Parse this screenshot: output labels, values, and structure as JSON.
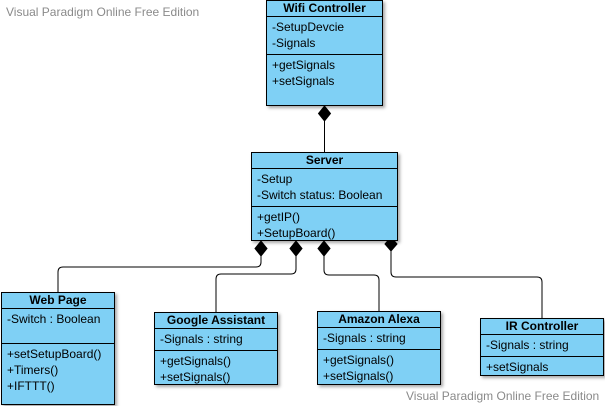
{
  "watermark": {
    "top_left": "Visual Paradigm Online Free Edition",
    "bottom_right": "Visual Paradigm Online Free Edition"
  },
  "classes": {
    "wifi_controller": {
      "name": "Wifi Controller",
      "attributes": [
        "-SetupDevcie",
        "-Signals"
      ],
      "operations": [
        "+getSignals",
        "+setSignals"
      ]
    },
    "server": {
      "name": "Server",
      "attributes": [
        "-Setup",
        "-Switch status: Boolean"
      ],
      "operations": [
        "+getIP()",
        "+SetupBoard()"
      ]
    },
    "web_page": {
      "name": "Web Page",
      "attributes": [
        "-Switch : Boolean"
      ],
      "operations": [
        "+setSetupBoard()",
        "+Timers()",
        "+IFTTT()"
      ]
    },
    "google_assistant": {
      "name": "Google Assistant",
      "attributes": [
        "-Signals : string"
      ],
      "operations": [
        "+getSignals()",
        "+setSignals()"
      ]
    },
    "amazon_alexa": {
      "name": "Amazon Alexa",
      "attributes": [
        "-Signals : string"
      ],
      "operations": [
        "+getSignals()",
        "+setSignals()"
      ]
    },
    "ir_controller": {
      "name": "IR Controller",
      "attributes": [
        "-Signals : string"
      ],
      "operations": [
        "+setSignals"
      ]
    }
  },
  "colors": {
    "class_fill": "#7fd0f5",
    "line": "#000000",
    "watermark": "#8a8a8a"
  }
}
